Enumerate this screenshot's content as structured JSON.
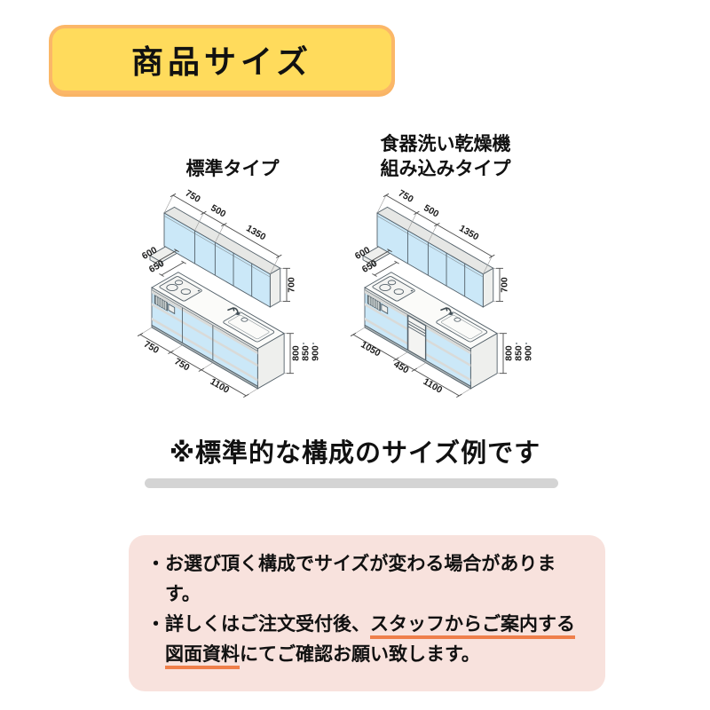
{
  "header": {
    "title": "商品サイズ",
    "bg_color": "#ffdb5c",
    "border_color": "#fbb768"
  },
  "diagrams": {
    "standard": {
      "title": "標準タイプ",
      "top_widths": [
        "750",
        "500",
        "1350"
      ],
      "depths": [
        "600",
        "650"
      ],
      "upper_cabinet_height": "700",
      "bottom_widths": [
        "750",
        "750",
        "1100"
      ],
      "counter_heights": [
        "800",
        "850",
        "900"
      ]
    },
    "dishwasher": {
      "title_line1": "食器洗い乾燥機",
      "title_line2": "組み込みタイプ",
      "top_widths": [
        "750",
        "500",
        "1350"
      ],
      "depths": [
        "600",
        "650"
      ],
      "upper_cabinet_height": "700",
      "bottom_widths": [
        "1050",
        "450",
        "1100"
      ],
      "counter_heights": [
        "800",
        "850",
        "900"
      ]
    }
  },
  "note": {
    "text": "※標準的な構成のサイズ例です"
  },
  "footer_box": {
    "bg_color": "#f8e2dd",
    "underline_color": "#ef7f4b",
    "bullet1": "・お選び頂く構成でサイズが変わる場合があります。",
    "bullet2_part1": "・詳しくはご注文受付後、",
    "bullet2_underlined1": "スタッフからご案内する",
    "bullet2_underlined2": "図面資料",
    "bullet2_part2": "にてご確認お願い致します。"
  }
}
